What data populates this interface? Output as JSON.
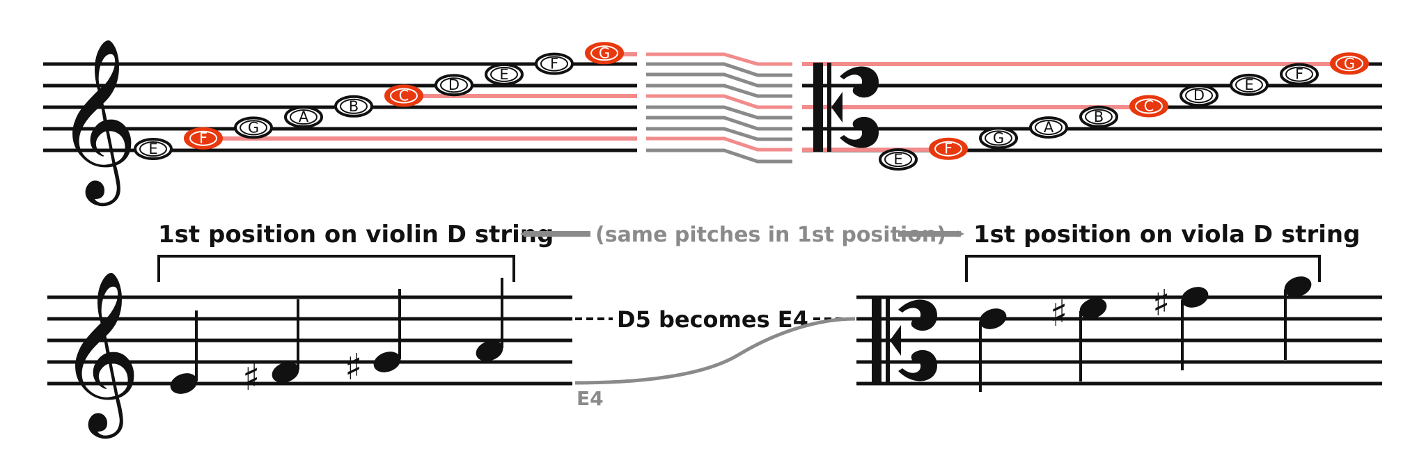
{
  "colors": {
    "staff": "#111111",
    "highlight": "#e8380d",
    "highlight_line": "#f28b8b",
    "gray": "#8a8a8a"
  },
  "top_left": {
    "clef": "treble",
    "notes": [
      {
        "name": "E",
        "hl": false
      },
      {
        "name": "F",
        "hl": true
      },
      {
        "name": "G",
        "hl": false
      },
      {
        "name": "A",
        "hl": false
      },
      {
        "name": "B",
        "hl": false
      },
      {
        "name": "C",
        "hl": true
      },
      {
        "name": "D",
        "hl": false
      },
      {
        "name": "E",
        "hl": false
      },
      {
        "name": "F",
        "hl": false
      },
      {
        "name": "G",
        "hl": true
      }
    ]
  },
  "top_right": {
    "clef": "alto",
    "notes": [
      {
        "name": "E",
        "hl": false
      },
      {
        "name": "F",
        "hl": true
      },
      {
        "name": "G",
        "hl": false
      },
      {
        "name": "A",
        "hl": false
      },
      {
        "name": "B",
        "hl": false
      },
      {
        "name": "C",
        "hl": true
      },
      {
        "name": "D",
        "hl": false
      },
      {
        "name": "E",
        "hl": false
      },
      {
        "name": "F",
        "hl": false
      },
      {
        "name": "G",
        "hl": true
      }
    ]
  },
  "bottom": {
    "left_heading": "1st position on violin D string",
    "middle_label": "(same pitches in 1st position)",
    "right_heading": "1st position on viola D string",
    "connector_label": "D5 becomes E4",
    "e4_label": "E4",
    "violin_notes": [
      "E",
      "F♯",
      "G♯",
      "A"
    ],
    "viola_notes": [
      "E",
      "F♯",
      "G♯",
      "A"
    ],
    "sharp_symbol": "♯"
  }
}
